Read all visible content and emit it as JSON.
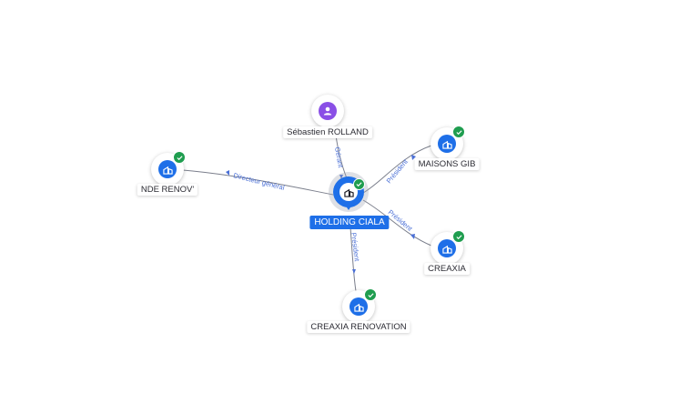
{
  "graph": {
    "center": {
      "label": "HOLDING CIALA",
      "icon": "building-icon",
      "verified": true
    },
    "person": {
      "label": "Sébastien ROLLAND",
      "icon": "user-icon",
      "role": "Gérant"
    },
    "companies": [
      {
        "id": "nde",
        "label": "NDE RENOV'",
        "icon": "building-icon",
        "verified": true,
        "role": "Directeur général"
      },
      {
        "id": "gib",
        "label": "MAISONS GIB",
        "icon": "building-icon",
        "verified": true,
        "role": "Président"
      },
      {
        "id": "creaxia",
        "label": "CREAXIA",
        "icon": "building-icon",
        "verified": true,
        "role": "Président"
      },
      {
        "id": "renov",
        "label": "CREAXIA RENOVATION",
        "icon": "building-icon",
        "verified": true,
        "role": "Président"
      }
    ]
  },
  "colors": {
    "accent": "#1e6fe8",
    "person": "#8a4fe6",
    "verified": "#1f9d4f",
    "edge": "#7b7f8c",
    "edge_label": "#4a6fd6"
  }
}
